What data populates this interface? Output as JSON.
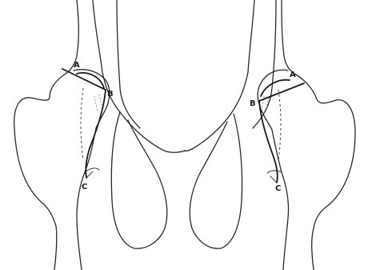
{
  "labels": {
    "left_a": "A",
    "left_b": "B",
    "left_c": "C",
    "right_a": "A",
    "right_b": "B",
    "right_c": "C"
  },
  "colors": {
    "line": "#2a2a2a",
    "background": "#ffffff"
  }
}
